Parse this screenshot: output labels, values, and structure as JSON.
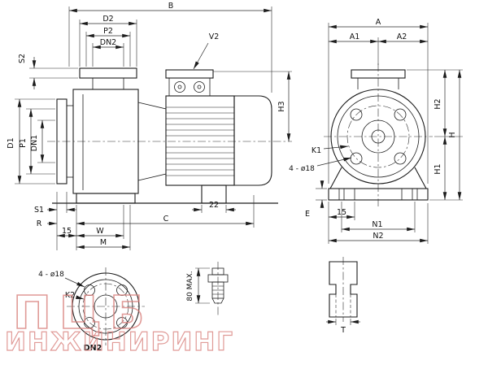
{
  "side_view": {
    "dim_labels": {
      "B": "B",
      "D2": "D2",
      "P2": "P2",
      "DN2": "DN2",
      "S2": "S2",
      "V2": "V2",
      "H3": "H3",
      "D1": "D1",
      "P1": "P1",
      "DN1": "DN1",
      "S1": "S1",
      "R": "R",
      "len15": "15",
      "W": "W",
      "M": "M",
      "C": "C",
      "len22": "22"
    }
  },
  "front_view": {
    "dim_labels": {
      "A": "A",
      "A1": "A1",
      "A2": "A2",
      "H2": "H2",
      "H": "H",
      "H1": "H1",
      "K1": "K1",
      "bolt_holes": "4 - ø18",
      "E": "E",
      "len15": "15",
      "N1": "N1",
      "N2": "N2"
    }
  },
  "flange_detail": {
    "bolt_holes": "4 - ø18",
    "K2": "K2",
    "DN2": "DN2"
  },
  "shaft_detail": {
    "max_length": "80 MAX."
  },
  "tslot_detail": {
    "T": "T"
  },
  "watermark": {
    "logo_text": "ПЦБ",
    "name_text": "ИНЖИНИРИНГ",
    "color": "#d9827e"
  },
  "colors": {
    "line": "#1c1c1c",
    "background": "#ffffff"
  }
}
